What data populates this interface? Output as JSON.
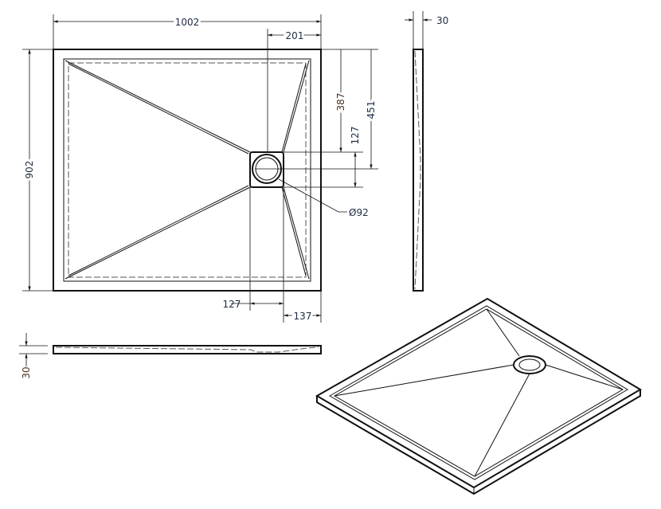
{
  "title": "Shower tray technical drawing",
  "dimensions": {
    "width": "1002",
    "drain_offset_right": "201",
    "depth": "902",
    "drain_offset_top_edge": "387",
    "drain_center_from_top": "451",
    "drain_square_height": "127",
    "drain_diameter": "Ø92",
    "drain_square_width": "127",
    "drain_offset_right_bottom": "137",
    "thickness_side": "30",
    "thickness_front": "30"
  },
  "colors": {
    "dim_text": "#1f2a44",
    "dim_text_alt": "#4a3020",
    "line": "#111111"
  }
}
